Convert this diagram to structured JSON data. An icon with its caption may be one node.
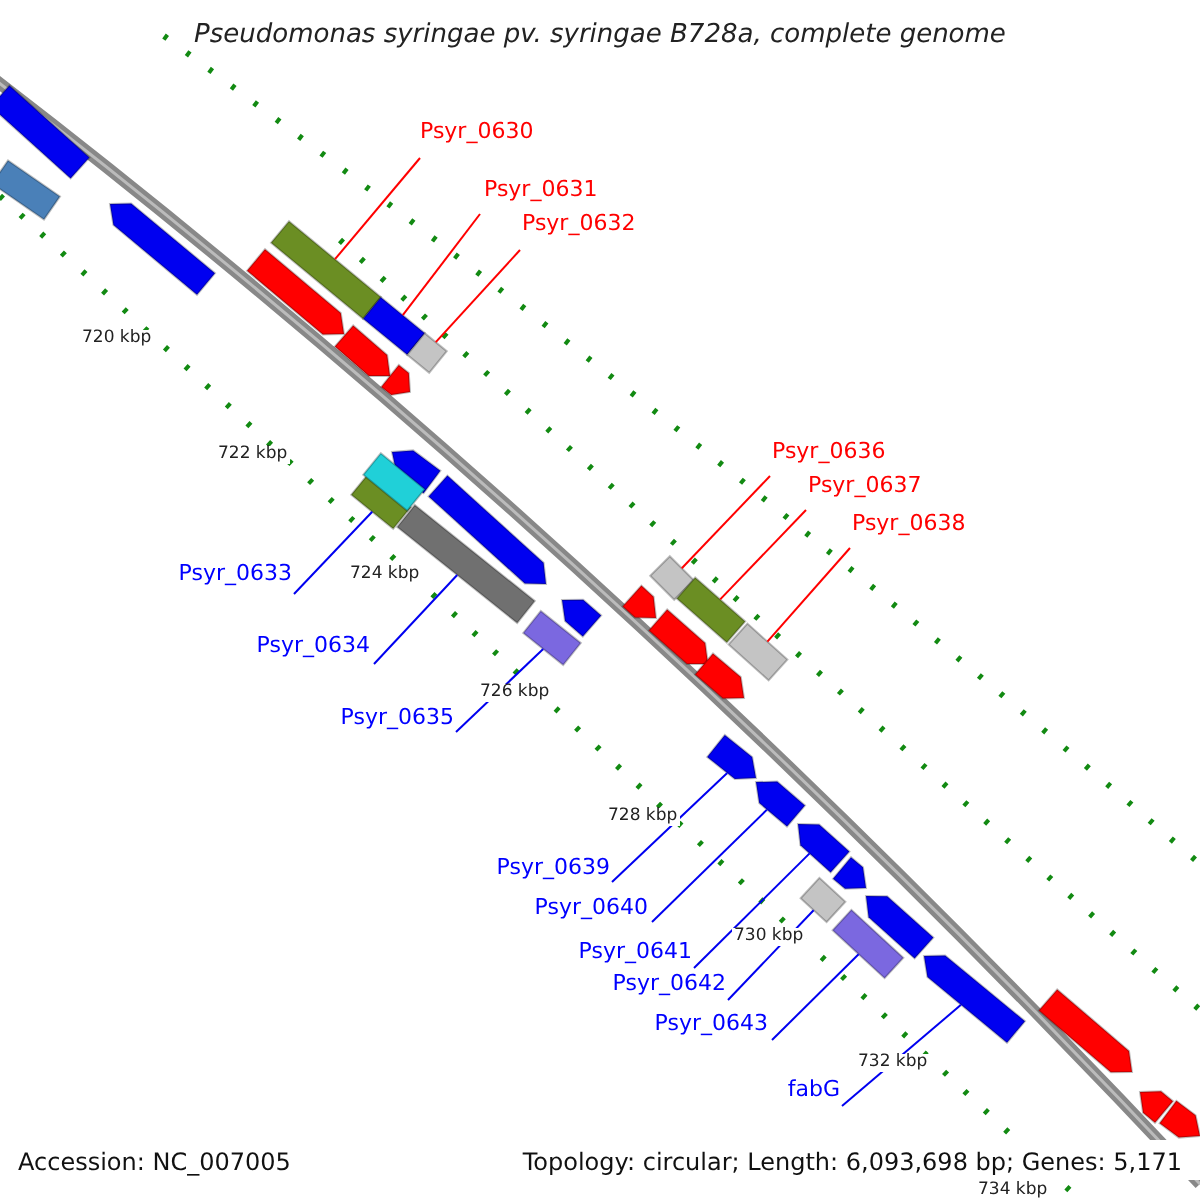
{
  "diagram": {
    "title": "Pseudomonas syringae pv. syringae B728a, complete genome",
    "nodes": [
      {
        "text": [
          "Psyr_0630"
        ]
      },
      {
        "text": [
          "Psyr_0631"
        ]
      },
      {
        "text": [
          "Psyr_0632"
        ]
      },
      {
        "text": [
          "Psyr_0633"
        ]
      },
      {
        "text": [
          "Psyr_0634"
        ]
      },
      {
        "text": [
          "Psyr_0635"
        ]
      },
      {
        "text": [
          "Psyr_0636"
        ]
      },
      {
        "text": [
          "Psyr_0637"
        ]
      },
      {
        "text": [
          "Psyr_0638"
        ]
      },
      {
        "text": [
          "Psyr_0639"
        ]
      },
      {
        "text": [
          "Psyr_0640"
        ]
      },
      {
        "text": [
          "Psyr_0641"
        ]
      },
      {
        "text": [
          "Psyr_0642"
        ]
      },
      {
        "text": [
          "Psyr_0643"
        ]
      },
      {
        "text": [
          "fabG"
        ]
      },
      {
        "text": [],
        "shape": "bar"
      },
      {
        "text": [],
        "shape": "bar"
      },
      {
        "text": [],
        "shape": "bar"
      },
      {
        "text": [],
        "shape": "bar"
      },
      {
        "text": [],
        "shape": "bar"
      },
      {
        "text": [],
        "shape": "bar"
      },
      {
        "text": [],
        "shape": "bar"
      },
      {
        "text": [],
        "shape": "bar"
      },
      {
        "text": [],
        "shape": "bar"
      },
      {
        "text": [],
        "shape": "bar"
      },
      {
        "text": [],
        "shape": "bar"
      },
      {
        "text": [],
        "shape": "bar"
      },
      {
        "text": [],
        "shape": "bar"
      },
      {
        "text": [],
        "shape": "bar"
      },
      {
        "text": [],
        "shape": "bar"
      },
      {
        "text": [],
        "shape": "bar"
      },
      {
        "text": [],
        "shape": "bar"
      },
      {
        "text": [],
        "shape": "bar"
      },
      {
        "text": [],
        "shape": "bar"
      },
      {
        "text": [],
        "shape": "bar"
      },
      {
        "text": [],
        "shape": "bar"
      },
      {
        "text": [],
        "shape": "bar"
      },
      {
        "text": [],
        "shape": "bar"
      },
      {
        "text": [],
        "shape": "bar"
      },
      {
        "text": [],
        "shape": "bar"
      },
      {
        "text": [],
        "shape": "bar"
      },
      {
        "text": [],
        "shape": "bar"
      },
      {
        "text": [],
        "shape": "bar"
      },
      {
        "text": [],
        "shape": "bar"
      },
      {
        "text": [],
        "shape": "bar"
      },
      {
        "text": [],
        "shape": "bar"
      },
      {
        "text": [],
        "shape": "bar"
      },
      {
        "text": [],
        "shape": "bar"
      }
    ],
    "edges": [
      {
        "from": 0,
        "to": 15,
        "arrow": "none",
        "color": "#ff0000"
      },
      {
        "from": 1,
        "to": 16,
        "arrow": "none",
        "color": "#ff0000"
      },
      {
        "from": 2,
        "to": 17,
        "arrow": "none",
        "color": "#ff0000"
      },
      {
        "from": 3,
        "to": 18,
        "arrow": "none"
      },
      {
        "from": 4,
        "to": 19,
        "arrow": "none"
      },
      {
        "from": 5,
        "to": 20,
        "arrow": "none"
      },
      {
        "from": 6,
        "to": 21,
        "arrow": "none",
        "color": "#ff0000"
      },
      {
        "from": 7,
        "to": 22,
        "arrow": "none",
        "color": "#ff0000"
      },
      {
        "from": 8,
        "to": 23,
        "arrow": "none",
        "color": "#ff0000"
      },
      {
        "from": 9,
        "to": 24,
        "arrow": "none"
      },
      {
        "from": 10,
        "to": 25,
        "arrow": "none"
      },
      {
        "from": 11,
        "to": 26,
        "arrow": "none"
      },
      {
        "from": 12,
        "to": 27,
        "arrow": "none"
      },
      {
        "from": 13,
        "to": 28,
        "arrow": "none"
      },
      {
        "from": 14,
        "to": 29,
        "arrow": "none"
      }
    ],
    "labels": [
      "720 kbp",
      "722 kbp",
      "724 kbp",
      "726 kbp",
      "728 kbp",
      "730 kbp",
      "732 kbp",
      "734 kbp",
      "Accession: NC_007005",
      "Topology: circular; Length: 6,093,698 bp; Genes: 5,171"
    ]
  }
}
